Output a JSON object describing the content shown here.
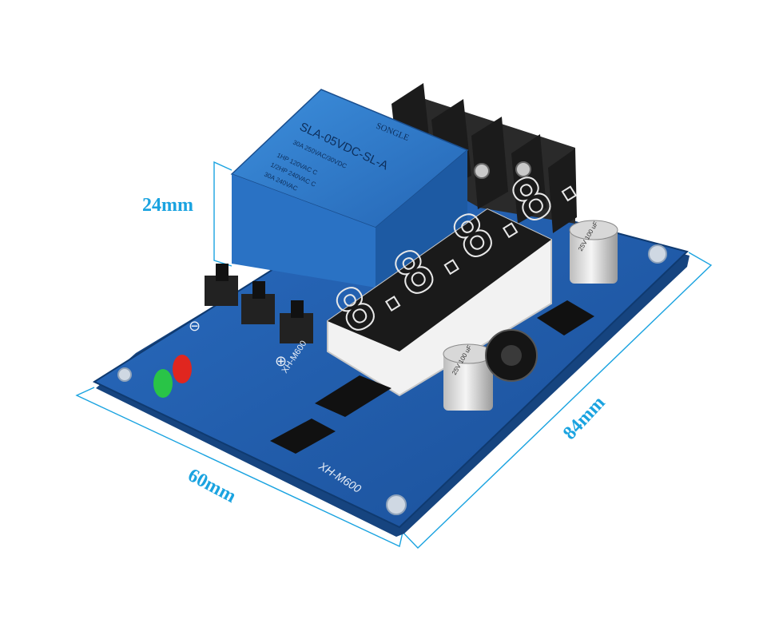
{
  "dimensions": {
    "height_label": "24mm",
    "width_label": "60mm",
    "length_label": "84mm",
    "color": "#1aa3e0"
  },
  "board": {
    "model_label": "XH-M600",
    "mirrored_model_label": "XH-M600",
    "pcb_color": "#1f5fb0"
  },
  "relay": {
    "brand": "SONGLE",
    "model": "SLA-05VDC-SL-A",
    "rating_lines": [
      "30A 250VAC/30VDC",
      "1HP 120VAC C",
      "1/2HP 240VAC C",
      "30A 240VAC"
    ],
    "color": "#2f7fd0"
  },
  "display": {
    "digits": "8.8.8.8."
  },
  "buttons": {
    "minus_symbol": "⊖",
    "plus_symbol": "⊕"
  },
  "leds": {
    "red": "#e0261f",
    "green": "#29c447"
  },
  "capacitors": {
    "cap_1_label": "25V 100 uF",
    "cap_2_label": "25V 100 uF"
  }
}
